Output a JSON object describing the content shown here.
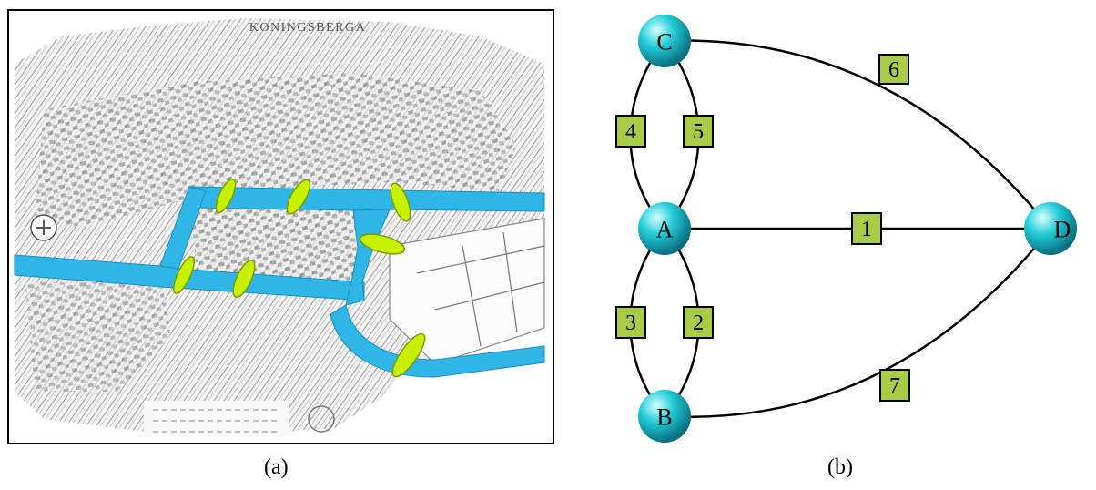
{
  "panel_a": {
    "map_title": "KONINGSBERGA",
    "caption": "(a)",
    "colors": {
      "river": "#2fb6e6",
      "bridge": "#c6f000",
      "bridge_stroke": "#7a9a00",
      "ink": "#555555",
      "frame": "#000000"
    }
  },
  "panel_b": {
    "caption": "(b)",
    "nodes": [
      {
        "id": "C",
        "label": "C"
      },
      {
        "id": "A",
        "label": "A"
      },
      {
        "id": "B",
        "label": "B"
      },
      {
        "id": "D",
        "label": "D"
      }
    ],
    "edges": [
      {
        "label": "1",
        "from": "A",
        "to": "D"
      },
      {
        "label": "2",
        "from": "A",
        "to": "B"
      },
      {
        "label": "3",
        "from": "A",
        "to": "B"
      },
      {
        "label": "4",
        "from": "A",
        "to": "C"
      },
      {
        "label": "5",
        "from": "A",
        "to": "C"
      },
      {
        "label": "6",
        "from": "C",
        "to": "D"
      },
      {
        "label": "7",
        "from": "B",
        "to": "D"
      }
    ],
    "colors": {
      "node": "#1ec8d2",
      "node_highlight": "#d8ffff",
      "node_shadow": "#0a6e80",
      "edge_label_fill": "#a8cc48",
      "edge": "#000000"
    }
  }
}
